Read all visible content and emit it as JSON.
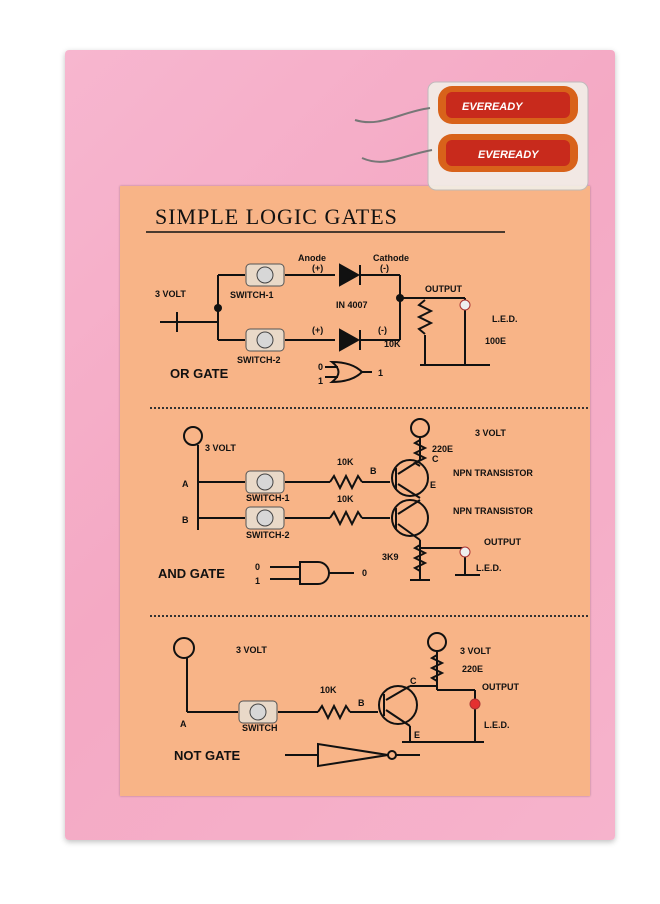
{
  "title": "SIMPLE LOGIC GATES",
  "battery": {
    "brand": "EVEREADY"
  },
  "or_section": {
    "voltage": "3 VOLT",
    "anode": "Anode",
    "cathode": "Cathode",
    "plus": "(+)",
    "minus": "(-)",
    "switch1": "SWITCH-1",
    "switch2": "SWITCH-2",
    "diode": "IN 4007",
    "resistor": "10K",
    "resistor_led": "100E",
    "output": "OUTPUT",
    "led": "L.E.D.",
    "gate_label": "OR GATE",
    "input_top": "0",
    "input_bottom": "1",
    "gate_output": "1"
  },
  "and_section": {
    "voltage_left": "3 VOLT",
    "voltage_right": "3 VOLT",
    "input_a": "A",
    "input_b": "B",
    "switch1": "SWITCH-1",
    "switch2": "SWITCH-2",
    "res1": "10K",
    "res2": "10K",
    "base": "B",
    "collector": "C",
    "emitter": "E",
    "transistor1": "NPN TRANSISTOR",
    "transistor2": "NPN TRANSISTOR",
    "res_top": "220E",
    "res_bottom": "3K9",
    "output": "OUTPUT",
    "led": "L.E.D.",
    "gate_label": "AND GATE",
    "input_top": "0",
    "input_bottom": "1",
    "gate_output": "0"
  },
  "not_section": {
    "voltage_left": "3 VOLT",
    "voltage_right": "3 VOLT",
    "input_a": "A",
    "switch": "SWITCH",
    "res": "10K",
    "base": "B",
    "collector": "C",
    "emitter": "E",
    "res_top": "220E",
    "output": "OUTPUT",
    "led": "L.E.D.",
    "gate_label": "NOT GATE"
  }
}
